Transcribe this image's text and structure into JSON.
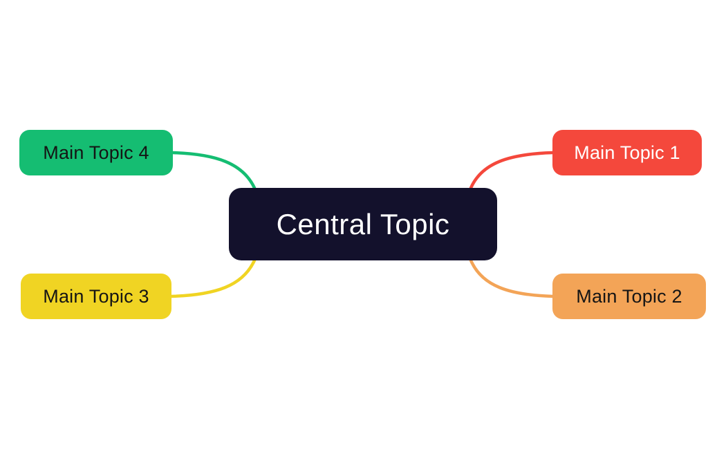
{
  "canvas": {
    "background": "#ffffff"
  },
  "mindmap": {
    "central": {
      "label": "Central Topic",
      "bg": "#13112c",
      "text_color": "#ffffff"
    },
    "topics": [
      {
        "id": "topic-1",
        "label": "Main Topic 1",
        "bg": "#f4483c",
        "text_color": "#ffffff",
        "position": "top-right"
      },
      {
        "id": "topic-2",
        "label": "Main Topic 2",
        "bg": "#f3a457",
        "text_color": "#151515",
        "position": "bottom-right"
      },
      {
        "id": "topic-3",
        "label": "Main Topic 3",
        "bg": "#f0d423",
        "text_color": "#151515",
        "position": "bottom-left"
      },
      {
        "id": "topic-4",
        "label": "Main Topic 4",
        "bg": "#15bd72",
        "text_color": "#151515",
        "position": "top-left"
      }
    ],
    "connectors": [
      {
        "from": "central",
        "to": "topic-1",
        "color": "#f4483c"
      },
      {
        "from": "central",
        "to": "topic-2",
        "color": "#f3a457"
      },
      {
        "from": "central",
        "to": "topic-3",
        "color": "#f0d423"
      },
      {
        "from": "central",
        "to": "topic-4",
        "color": "#15bd72"
      }
    ]
  }
}
